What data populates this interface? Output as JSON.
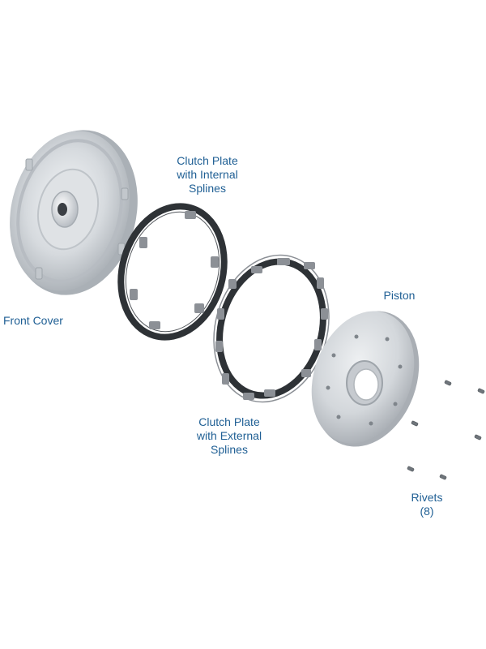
{
  "labels": {
    "front_cover": "Front Cover",
    "clutch_internal": [
      "Clutch Plate",
      "with Internal",
      "Splines"
    ],
    "clutch_external": [
      "Clutch Plate",
      "with External",
      "Splines"
    ],
    "piston": "Piston",
    "rivets": [
      "Rivets",
      "(8)"
    ]
  },
  "colors": {
    "label_text": "#1f5f94",
    "metal_light": "#e9ecef",
    "metal_mid": "#c9cdd2",
    "metal_dark": "#9aa0a6",
    "friction_ring": "#2e3236",
    "tab_grey": "#8c9096"
  }
}
